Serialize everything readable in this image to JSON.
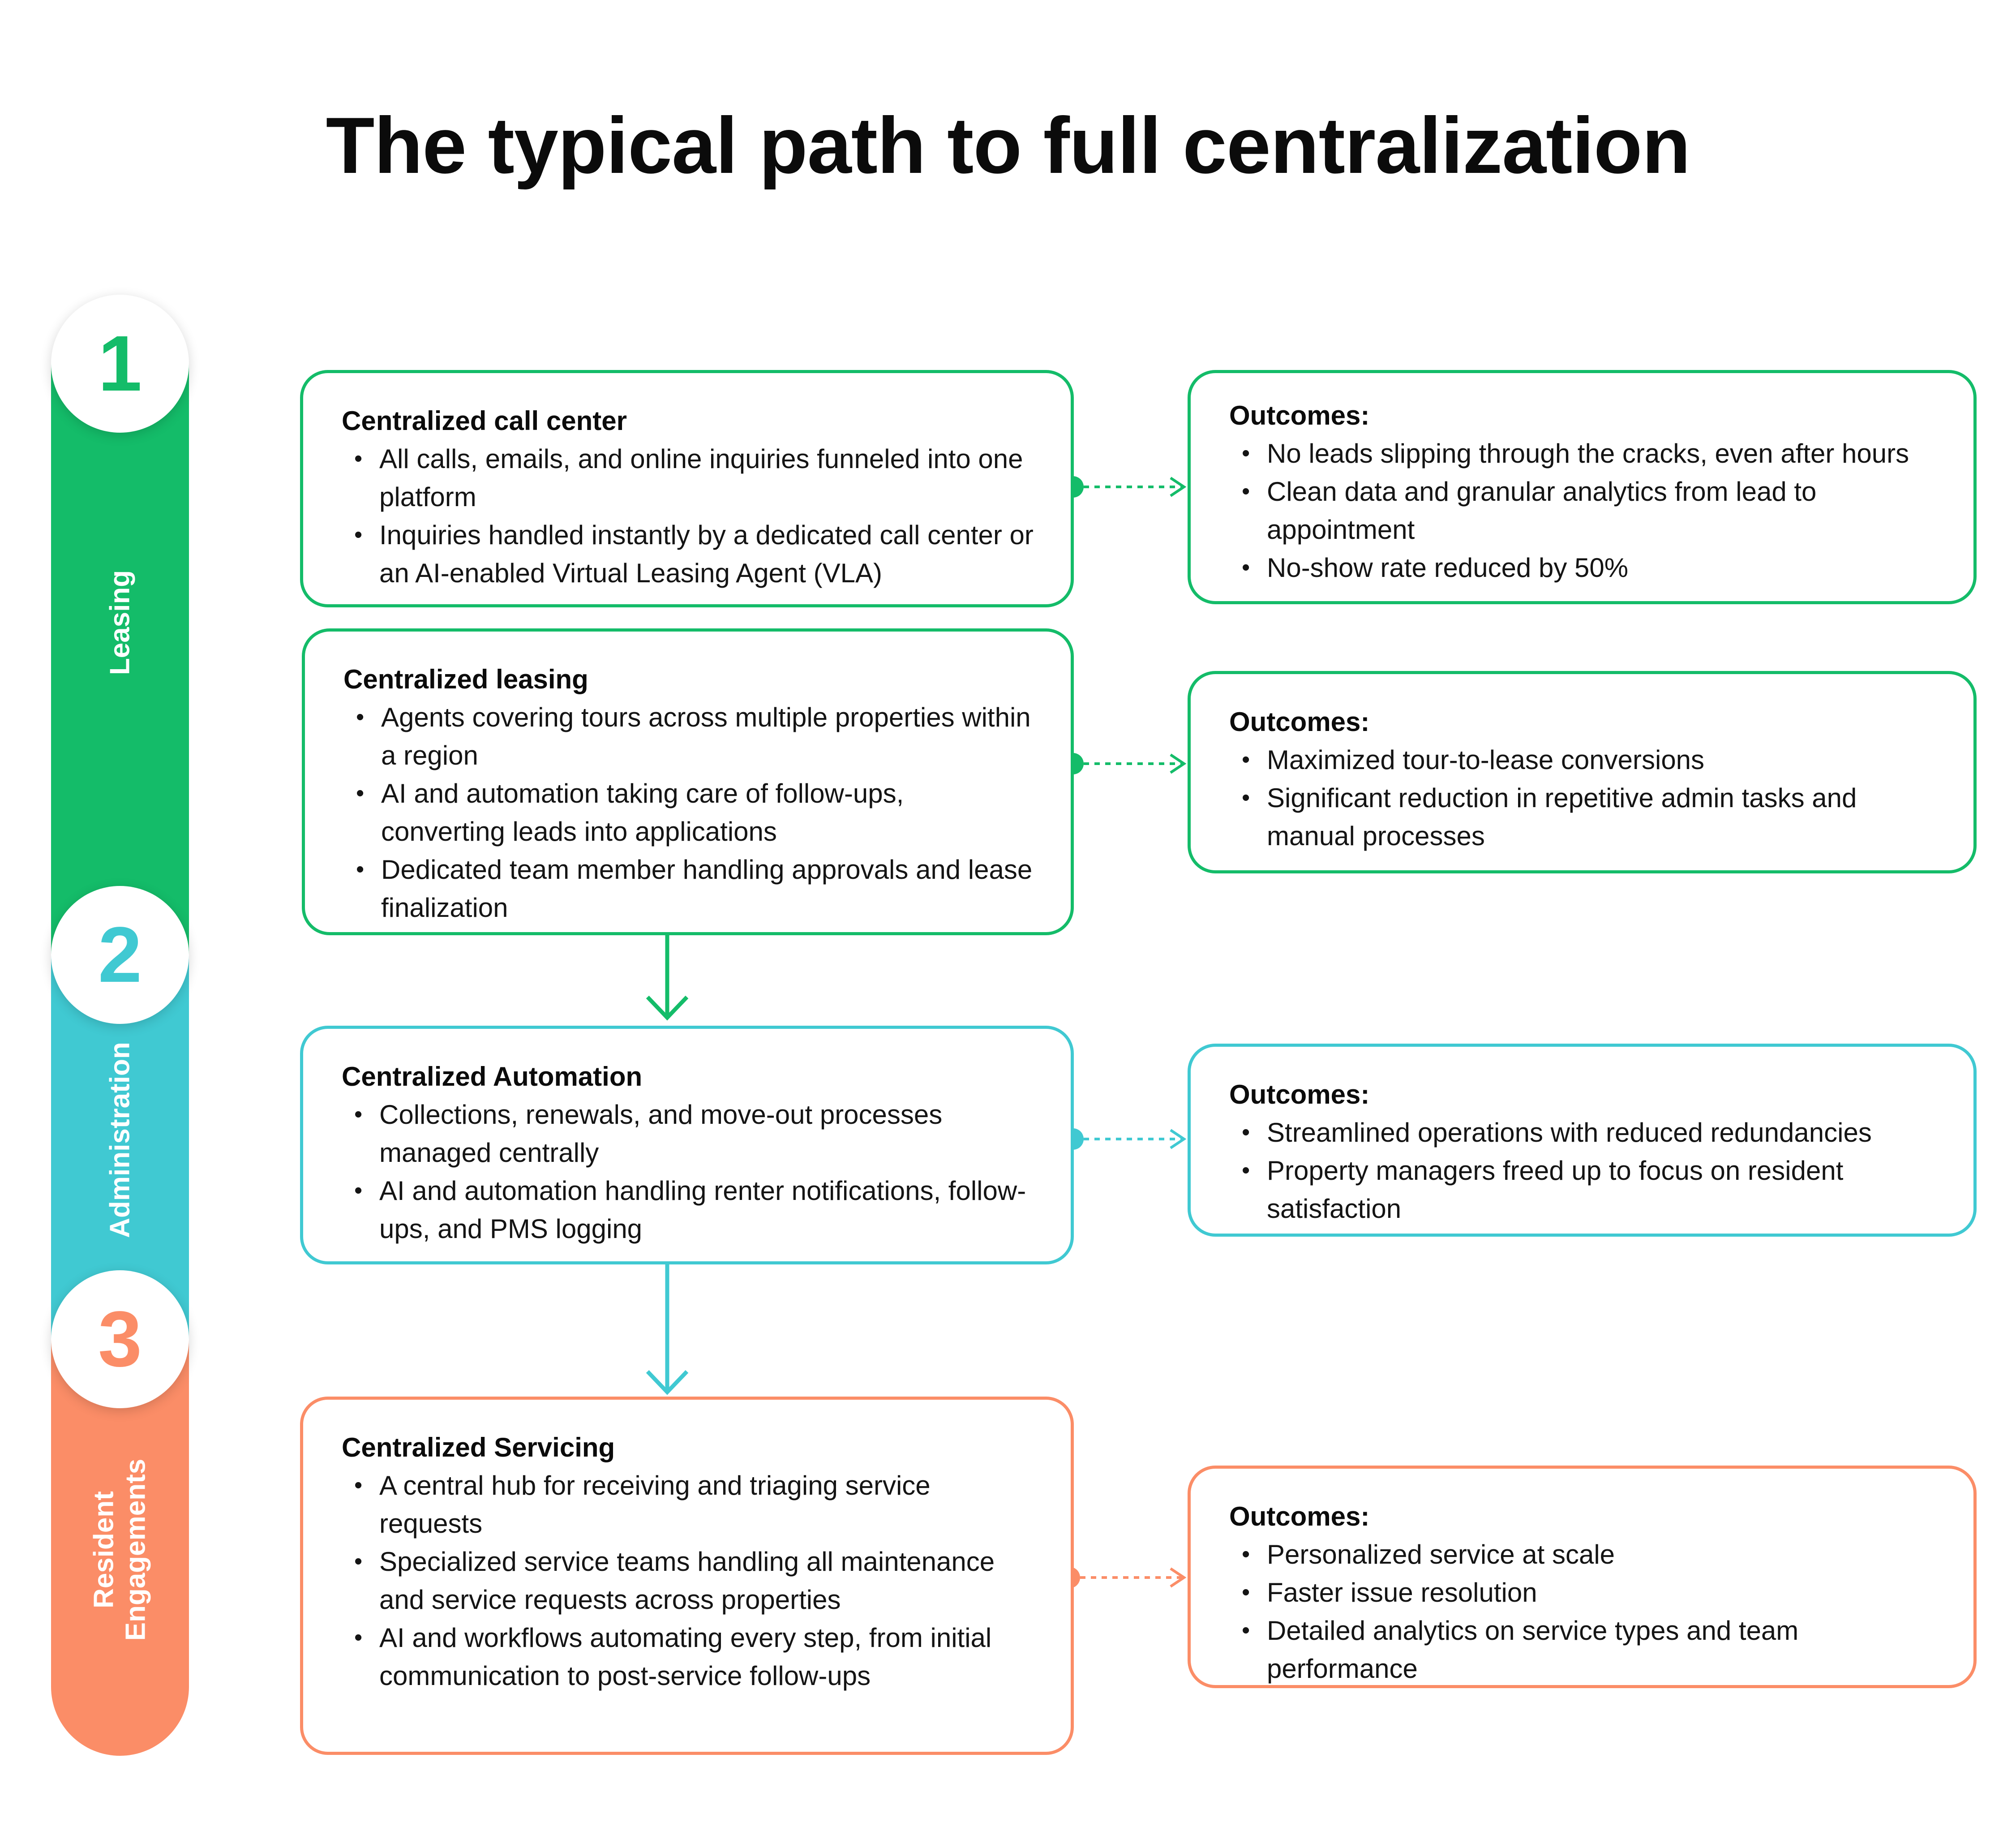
{
  "title": "The typical path to full centralization",
  "colors": {
    "leasing": "#14bc69",
    "administration": "#40c9d2",
    "resident": "#fb8d67"
  },
  "phases": [
    {
      "number": "1",
      "label": "Leasing"
    },
    {
      "number": "2",
      "label": "Administration"
    },
    {
      "number": "3",
      "label_line1": "Resident",
      "label_line2": "Engagements"
    }
  ],
  "steps": [
    {
      "title": "Centralized call center",
      "bullets": [
        "All calls, emails, and online inquiries funneled into one platform",
        "Inquiries handled instantly by a dedicated call center or an AI-enabled Virtual Leasing Agent (VLA)"
      ],
      "outcomes_title": "Outcomes:",
      "outcomes": [
        "No leads slipping through the cracks, even after hours",
        "Clean data and granular analytics from lead to appointment",
        "No-show rate reduced by 50%"
      ]
    },
    {
      "title": "Centralized leasing",
      "bullets": [
        "Agents covering tours across multiple properties within a region",
        "AI and automation taking care of follow-ups, converting leads into applications",
        "Dedicated team member handling approvals and lease finalization"
      ],
      "outcomes_title": "Outcomes:",
      "outcomes": [
        "Maximized tour-to-lease conversions",
        "Significant reduction in repetitive admin tasks and manual processes"
      ]
    },
    {
      "title": "Centralized Automation",
      "bullets": [
        "Collections, renewals, and move-out processes managed centrally",
        "AI and automation handling renter notifications, follow-ups, and PMS logging"
      ],
      "outcomes_title": "Outcomes:",
      "outcomes": [
        "Streamlined operations with reduced redundancies",
        "Property managers freed up to focus on resident satisfaction"
      ]
    },
    {
      "title": "Centralized Servicing",
      "bullets": [
        "A central hub for receiving and triaging service requests",
        "Specialized service teams handling all maintenance and service requests across properties",
        "AI and workflows automating every step, from initial communication to post-service follow-ups"
      ],
      "outcomes_title": "Outcomes:",
      "outcomes": [
        "Personalized service at scale",
        "Faster issue resolution",
        "Detailed analytics on service types and team performance"
      ]
    }
  ]
}
